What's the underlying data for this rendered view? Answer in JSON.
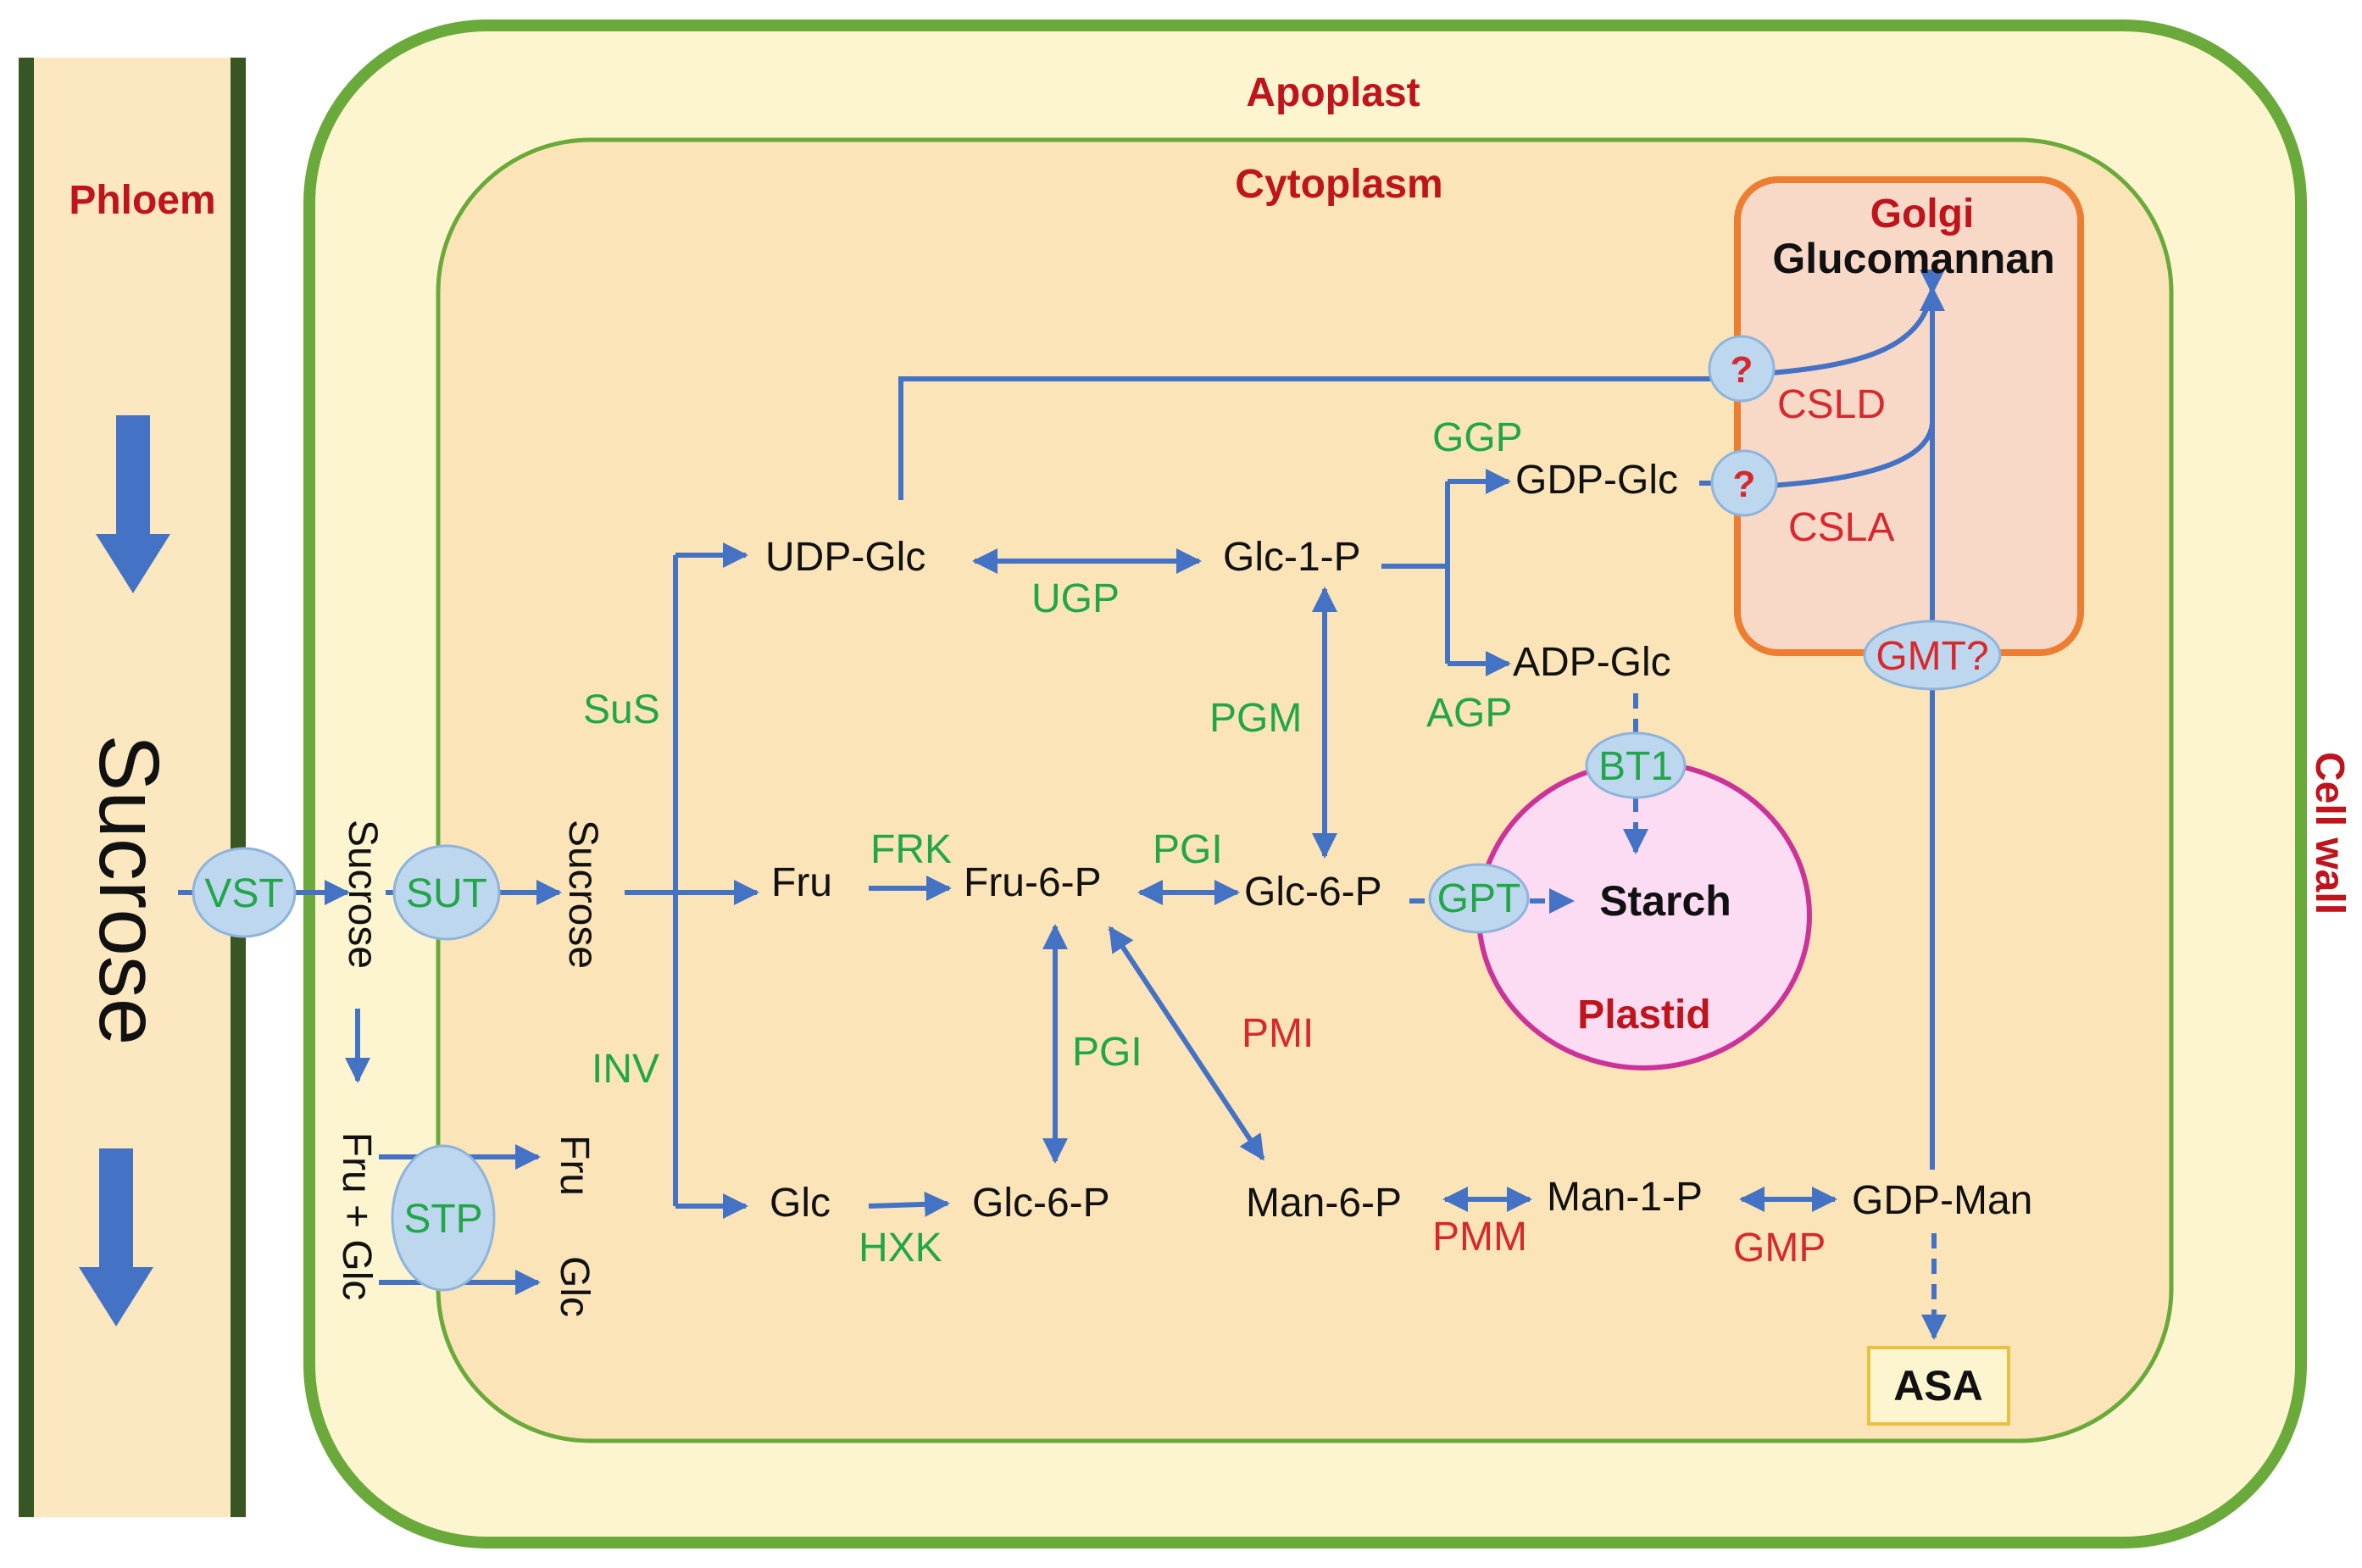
{
  "colors": {
    "cell_wall_border": "#6aaa3a",
    "apoplast_fill": "#fdf5d0",
    "cytoplasm_fill": "#fbe5b8",
    "phloem_fill": "#fbe7c0",
    "phloem_wall": "#375623",
    "golgi_fill": "#f8d9c8",
    "golgi_border": "#ed7d31",
    "plastid_fill": "#fbdcf3",
    "plastid_border": "#cc3399",
    "transporter_oval": "#bdd7ee",
    "arrow": "#4472c4",
    "enzyme_green": "#22a64a",
    "enzyme_red": "#d8282e",
    "compartment_label": "#c0141c"
  },
  "compartments": {
    "phloem": "Phloem",
    "apoplast": "Apoplast",
    "cytoplasm": "Cytoplasm",
    "cell_wall": "Cell wall",
    "golgi": "Golgi",
    "plastid": "Plastid"
  },
  "products": {
    "glucomannan": "Glucomannan",
    "starch": "Starch",
    "asa": "ASA"
  },
  "metabolites": {
    "sucrose_phloem": "Sucrose",
    "sucrose_apoplast": "Sucrose",
    "sucrose_cytoplasm": "Sucrose",
    "fru_glc_apoplast": "Fru + Glc",
    "fru_cyto": "Fru",
    "glc_cyto": "Glc",
    "udp_glc": "UDP-Glc",
    "glc_1_p": "Glc-1-P",
    "gdp_glc": "GDP-Glc",
    "adp_glc": "ADP-Glc",
    "fru_6_p": "Fru-6-P",
    "glc_6_p_top": "Glc-6-P",
    "glc_fru": "Fru",
    "glc_glc": "Glc",
    "glc_6_p_bottom": "Glc-6-P",
    "man_6_p": "Man-6-P",
    "man_1_p": "Man-1-P",
    "gdp_man": "GDP-Man"
  },
  "transporters": {
    "vst": "VST",
    "sut": "SUT",
    "stp": "STP",
    "gpt": "GPT",
    "bt1": "BT1",
    "gmt": "GMT?",
    "unknown_1": "?",
    "unknown_2": "?"
  },
  "enzymes_green": {
    "sus": "SuS",
    "inv": "INV",
    "ugp": "UGP",
    "ggp": "GGP",
    "pgm": "PGM",
    "agp": "AGP",
    "frk": "FRK",
    "pgi_1": "PGI",
    "pgi_2": "PGI",
    "hxk": "HXK"
  },
  "enzymes_red": {
    "csld": "CSLD",
    "csla": "CSLA",
    "pmi": "PMI",
    "pmm": "PMM",
    "gmp": "GMP"
  }
}
